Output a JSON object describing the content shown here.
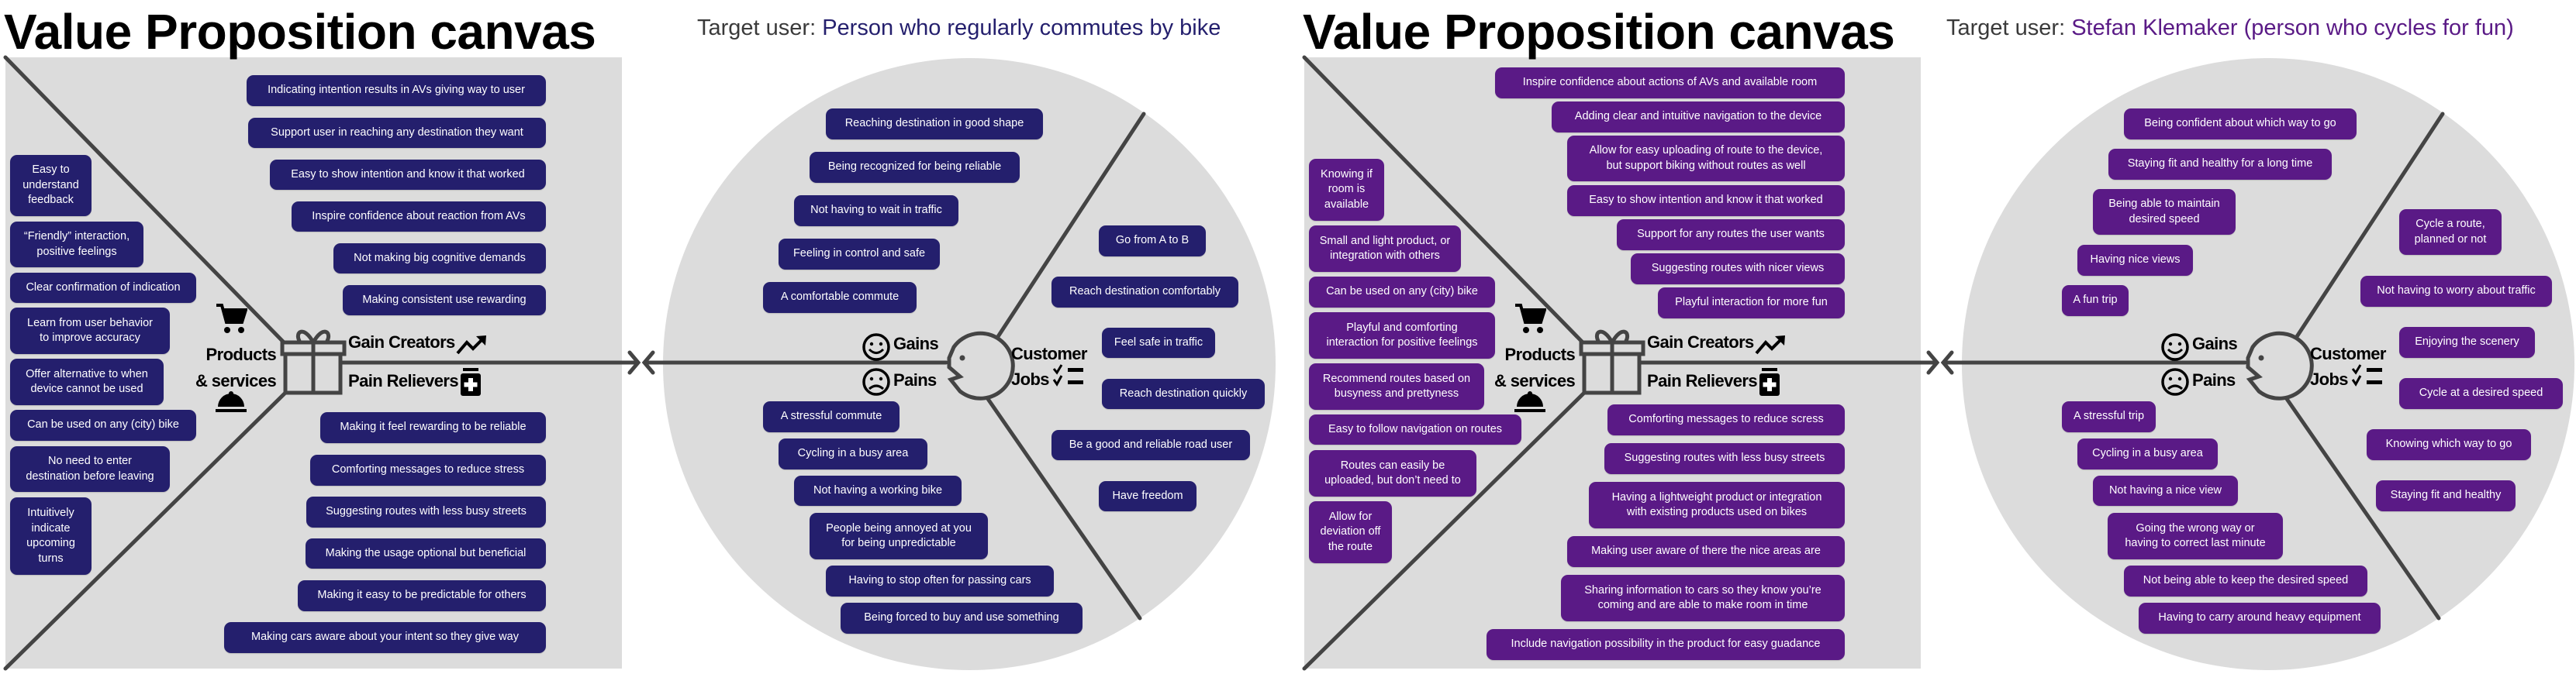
{
  "colors": {
    "panel1_accent": "#241f6d",
    "panel2_accent": "#5a1a86",
    "canvas_gray": "#dcdcdc",
    "line": "#444444"
  },
  "panels": [
    {
      "title": "Value Proposition canvas",
      "target_label": "Target user:",
      "target_user": "Person who regularly commutes by bike",
      "labels": {
        "products": "Products\n& services",
        "gain_creators": "Gain Creators",
        "pain_relievers": "Pain Relievers",
        "gains": "Gains",
        "pains": "Pains",
        "customer_jobs": "Customer\nJobs"
      },
      "sections": {
        "products": {
          "items": [
            "Easy to\nunderstand\nfeedback",
            "“Friendly” interaction,\npositive feelings",
            "Clear confirmation of indication",
            "Learn from user behavior\nto improve accuracy",
            "Offer alternative to when\ndevice cannot be used",
            "Can be used on any (city) bike",
            "No need to enter\ndestination before leaving",
            "Intuitively\nindicate\nupcoming\nturns"
          ]
        },
        "gain_creators": {
          "items": [
            "Indicating intention results in AVs giving way to user",
            "Support user in reaching any destination they want",
            "Easy to show intention and know it that worked",
            "Inspire confidence about reaction from AVs",
            "Not making big cognitive demands",
            "Making consistent use rewarding"
          ]
        },
        "pain_relievers": {
          "items": [
            "Making it feel rewarding to be reliable",
            "Comforting messages to reduce stress",
            "Suggesting routes with less busy streets",
            "Making the usage optional but beneficial",
            "Making it easy to be predictable for others",
            "Making cars aware about your intent so they give way"
          ]
        },
        "gains": {
          "items": [
            "Reaching destination in good shape",
            "Being recognized for being reliable",
            "Not having to wait in traffic",
            "Feeling in control and safe",
            "A comfortable commute"
          ]
        },
        "jobs": {
          "items": [
            "Go from A to B",
            "Reach destination comfortably",
            "Feel safe in traffic",
            "Reach destination quickly",
            "Be a good and reliable road user",
            "Have freedom"
          ]
        },
        "pains": {
          "items": [
            "A stressful commute",
            "Cycling in a busy area",
            "Not having a working bike",
            "People being annoyed at you\nfor being unpredictable",
            "Having to stop often for passing cars",
            "Being forced to buy and use something"
          ]
        }
      }
    },
    {
      "title": "Value Proposition canvas",
      "target_label": "Target user:",
      "target_user": "Stefan Klemaker (person who cycles for fun)",
      "labels": {
        "products": "Products\n& services",
        "gain_creators": "Gain Creators",
        "pain_relievers": "Pain Relievers",
        "gains": "Gains",
        "pains": "Pains",
        "customer_jobs": "Customer\nJobs"
      },
      "sections": {
        "products": {
          "items": [
            "Knowing if\nroom is\navailable",
            "Small and light product, or\nintegration with others",
            "Can be used on any (city) bike",
            "Playful and comforting\ninteraction for positive feelings",
            "Recommend routes based on\nbusyness and prettyness",
            "Easy to follow navigation on routes",
            "Routes can easily be\nuploaded, but don’t need to",
            "Allow for\ndeviation off\nthe route"
          ]
        },
        "gain_creators": {
          "items": [
            "Inspire confidence about actions of AVs and available room",
            "Adding clear and intuitive navigation to the device",
            "Allow for easy uploading of route to the device,\nbut support biking without routes as well",
            "Easy to show intention and know it that worked",
            "Support for any routes the user wants",
            "Suggesting routes with nicer views",
            "Playful interaction for more fun"
          ]
        },
        "pain_relievers": {
          "items": [
            "Comforting messages to reduce scress",
            "Suggesting routes with less busy streets",
            "Having a lightweight product or integration\nwith existing products used on bikes",
            "Making user aware of there the nice areas are",
            "Sharing information to cars so they know you’re\ncoming and are able to make room in time",
            "Include navigation possibility in the product for easy guadance"
          ]
        },
        "gains": {
          "items": [
            "Being confident about which way to go",
            "Staying fit and healthy for a long time",
            "Being able to maintain\ndesired speed",
            "Having nice views",
            "A fun trip"
          ]
        },
        "jobs": {
          "items": [
            "Cycle a route,\nplanned or not",
            "Not having to worry about traffic",
            "Enjoying the scenery",
            "Cycle at a desired speed",
            "Knowing which way to go",
            "Staying fit and healthy"
          ]
        },
        "pains": {
          "items": [
            "A stressful trip",
            "Cycling in a busy area",
            "Not having a nice view",
            "Going the wrong way or\nhaving to correct last minute",
            "Not being able to keep the desired speed",
            "Having to carry around heavy equipment"
          ]
        }
      }
    }
  ]
}
